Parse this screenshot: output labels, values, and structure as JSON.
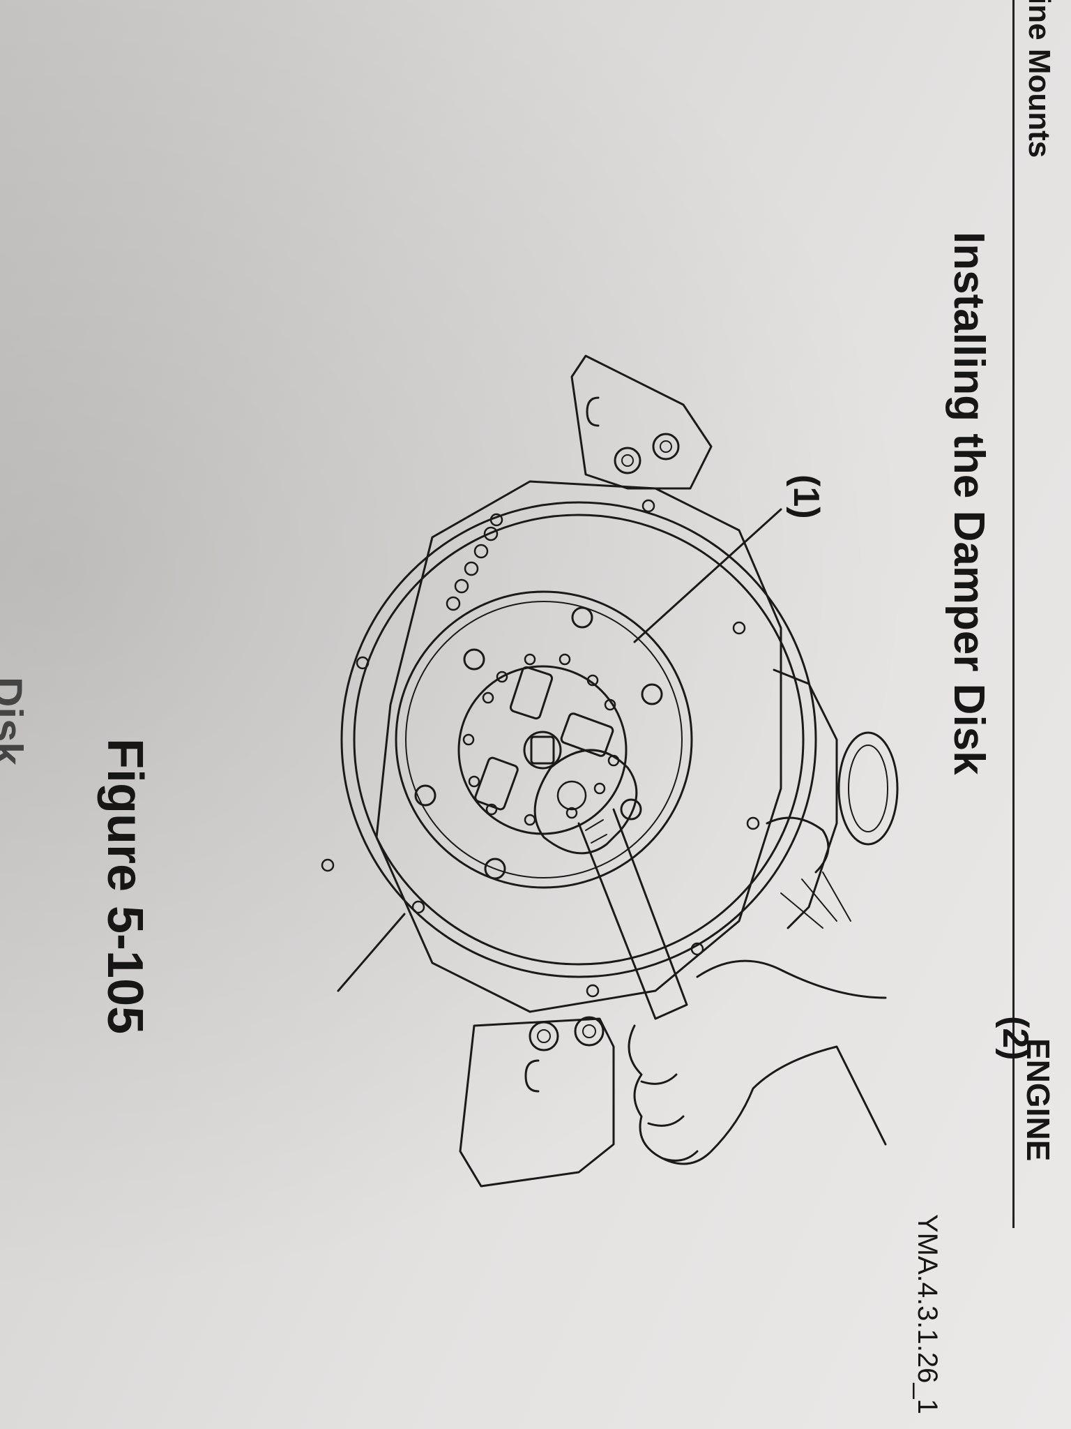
{
  "header": {
    "section_label": "ine Mounts",
    "chapter_label": "ENGINE"
  },
  "section_title": "Installing the Damper Disk",
  "figure": {
    "callouts": [
      "(1)",
      "(2)"
    ],
    "reference_code": "YMA.4.3.1.26_1",
    "caption": "Figure 5-105"
  },
  "cut_text": "Disk"
}
